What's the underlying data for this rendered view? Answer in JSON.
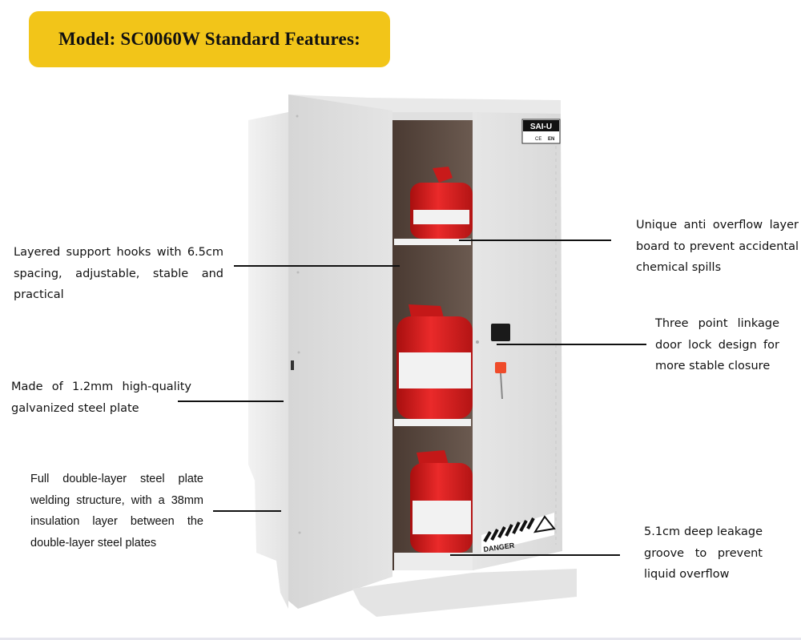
{
  "header": {
    "title": "Model: SC0060W Standard Features:",
    "background_color": "#f2c519"
  },
  "product": {
    "model": "SC0060W",
    "brand_label": "SAI-U",
    "cert_marks": [
      "CE",
      "EN"
    ],
    "warning_label": "DANGER",
    "body_color": "#dcdcdc",
    "can_color": "#d81f1f"
  },
  "callouts": [
    {
      "id": "support-hooks",
      "side": "left",
      "text": "Layered support hooks with 6.5cm spacing, adjustable, stable and practical"
    },
    {
      "id": "steel-plate",
      "side": "left",
      "text": "Made of 1.2mm high-quality galvanized steel plate"
    },
    {
      "id": "double-layer",
      "side": "left",
      "text": "Full double-layer steel plate welding structure, with a 38mm insulation layer between the double-layer steel plates"
    },
    {
      "id": "anti-overflow",
      "side": "right",
      "text": "Unique anti overflow layer board to prevent accidental chemical spills"
    },
    {
      "id": "door-lock",
      "side": "right",
      "text": "Three point linkage door lock design for more stable closure"
    },
    {
      "id": "leakage-groove",
      "side": "right",
      "text": "5.1cm deep leakage groove to prevent liquid overflow"
    }
  ]
}
